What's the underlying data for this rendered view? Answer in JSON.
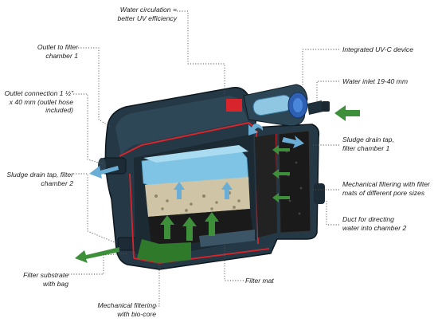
{
  "labels": {
    "water_circulation": [
      "Water circulation =",
      "better UV efficiency"
    ],
    "outlet_filter_chamber": [
      "Outlet to filter",
      "chamber 1"
    ],
    "outlet_connection": [
      "Outlet connection 1 ½”",
      "x 40 mm (outlet hose",
      "included)"
    ],
    "sludge_drain_tap_2": [
      "Sludge drain tap, filter",
      "chamber 2"
    ],
    "filter_substrate": [
      "Filter substrate",
      "with bag"
    ],
    "mechanical_biocore": [
      "Mechanical filtering",
      "with bio-core"
    ],
    "filter_mat": [
      "Filter mat"
    ],
    "integrated_uvc": [
      "Integrated UV-C device"
    ],
    "water_inlet": [
      "Water inlet 19-40 mm"
    ],
    "sludge_drain_tap_1": [
      "Sludge drain tap,",
      "filter chamber 1"
    ],
    "mechanical_filter_mats": [
      "Mechanical filtering with filter",
      "mats of different pore sizes"
    ],
    "duct_chamber_2": [
      "Duct for directing",
      "water into chamber 2"
    ]
  },
  "colors": {
    "housing": "#243846",
    "housing_dark": "#16232c",
    "red_accent": "#d7252b",
    "foam_blue": "#7fc4e4",
    "gravel": "#cfc4a6",
    "bio_green": "#2e7a2a",
    "flow_arrow_green": "#3d8f3a",
    "flow_arrow_blue": "#6aaed6"
  },
  "icons": {
    "inlet": "green-arrow-icon",
    "outlet": "blue-arrow-icon",
    "flow": "flow-arrow-icon"
  }
}
